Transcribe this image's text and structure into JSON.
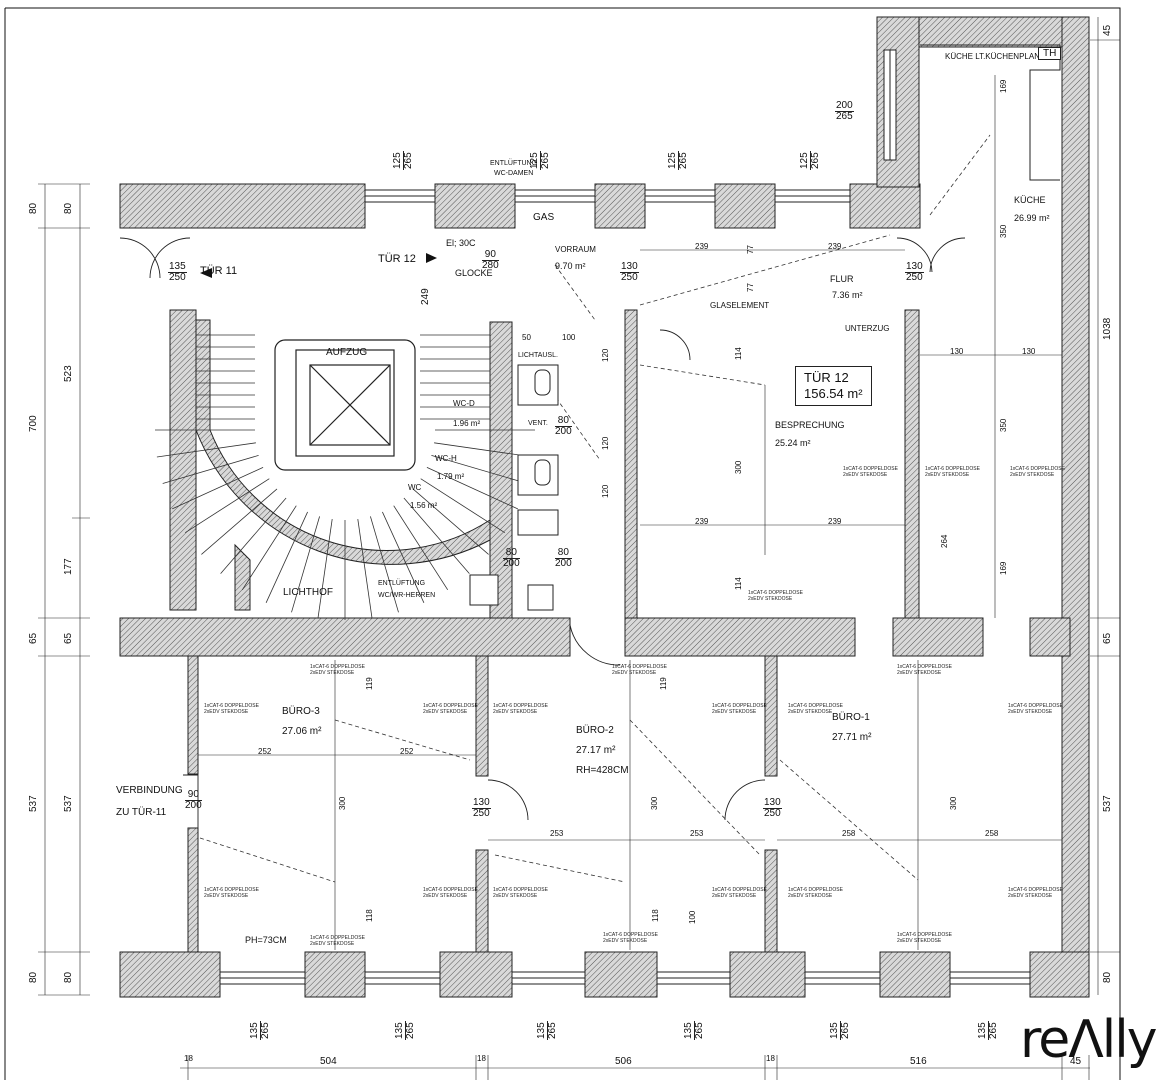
{
  "rooms": {
    "vorraum": {
      "name": "VORRAUM",
      "area": "9.70 m²"
    },
    "flur": {
      "name": "FLUR",
      "area": "7.36 m²"
    },
    "kueche": {
      "name": "KÜCHE",
      "area": "26.99 m²"
    },
    "besprechung": {
      "name": "BESPRECHUNG",
      "area": "25.24 m²"
    },
    "wc_d": {
      "name": "WC-D",
      "area": "1.96 m²"
    },
    "wc_h": {
      "name": "WC-H",
      "area": "1.79 m²"
    },
    "wc": {
      "name": "WC",
      "area": "1.56 m²"
    },
    "buero3": {
      "name": "BÜRO-3",
      "area": "27.06 m²"
    },
    "buero2": {
      "name": "BÜRO-2",
      "area": "27.17 m²",
      "extra": "RH=428CM"
    },
    "buero1": {
      "name": "BÜRO-1",
      "area": "27.71 m²"
    },
    "aufzug": {
      "name": "AUFZUG"
    },
    "lichthof": {
      "name": "LICHTHOF"
    }
  },
  "labels": {
    "tuer11": "TÜR 11",
    "tuer12": "TÜR 12",
    "gas": "GAS",
    "el": "El; 30C",
    "glocke": "GLOCKE",
    "glaselement": "GLASELEMENT",
    "unterzug": "UNTERZUG",
    "lichtausl": "LICHTAUSL.",
    "vent": "VENT.",
    "entl_damen_1": "ENTLÜFTUNG",
    "entl_damen_2": "WC-DAMEN",
    "entl_herren_1": "ENTLÜFTUNG",
    "entl_herren_2": "WC/WR-HERREN",
    "kuechenplan": "KÜCHE LT.KÜCHENPLAN",
    "th": "TH",
    "verbindung_1": "VERBINDUNG",
    "verbindung_2": "ZU TÜR-11",
    "ph": "PH=73CM",
    "socket": "1xCAT-6 DOPPELDOSE",
    "socket2": "2xEDV STEKDOSE"
  },
  "unit_tag": {
    "title": "TÜR 12",
    "area": "156.54 m²"
  },
  "fractions": {
    "door_135_250": {
      "num": "135",
      "den": "250"
    },
    "door_90_280": {
      "num": "90",
      "den": "280"
    },
    "door_130_250": {
      "num": "130",
      "den": "250"
    },
    "door_80_200": {
      "num": "80",
      "den": "200"
    },
    "door_90_200": {
      "num": "90",
      "den": "200"
    },
    "door_200_265": {
      "num": "200",
      "den": "265"
    },
    "win_125_265": {
      "num": "125",
      "den": "265"
    },
    "win_135_265": {
      "num": "135",
      "den": "265"
    }
  },
  "dims": {
    "left_80_top": "80",
    "left_80_top_b": "80",
    "left_523": "523",
    "left_700": "700",
    "left_177": "177",
    "left_65": "65",
    "left_65_b": "65",
    "left_537": "537",
    "left_537_b": "537",
    "left_80_bot": "80",
    "left_80_bot_b": "80",
    "right_45": "45",
    "right_1038": "1038",
    "right_65": "65",
    "right_537": "537",
    "right_80": "80",
    "bottom_18a": "18",
    "bottom_504": "504",
    "bottom_18b": "18",
    "bottom_506": "506",
    "bottom_18c": "18",
    "bottom_516": "516",
    "bottom_45": "45",
    "d249": "249",
    "d239a": "239",
    "d239b": "239",
    "d239c": "239",
    "d239d": "239",
    "d77a": "77",
    "d77b": "77",
    "d350a": "350",
    "d350b": "350",
    "d169a": "169",
    "d169b": "169",
    "d130a": "130",
    "d130b": "130",
    "d264": "264",
    "d300a": "300",
    "d114a": "114",
    "d114b": "114",
    "d100": "100",
    "d50": "50",
    "d120a": "120",
    "d120b": "120",
    "d120c": "120",
    "d252a": "252",
    "d252b": "252",
    "d253a": "253",
    "d253b": "253",
    "d258a": "258",
    "d258b": "258",
    "d300b": "300",
    "d300c": "300",
    "d300d": "300",
    "d119a": "119",
    "d119b": "119",
    "d118a": "118",
    "d118b": "118",
    "d100b": "100"
  },
  "brand": "reΛlly"
}
